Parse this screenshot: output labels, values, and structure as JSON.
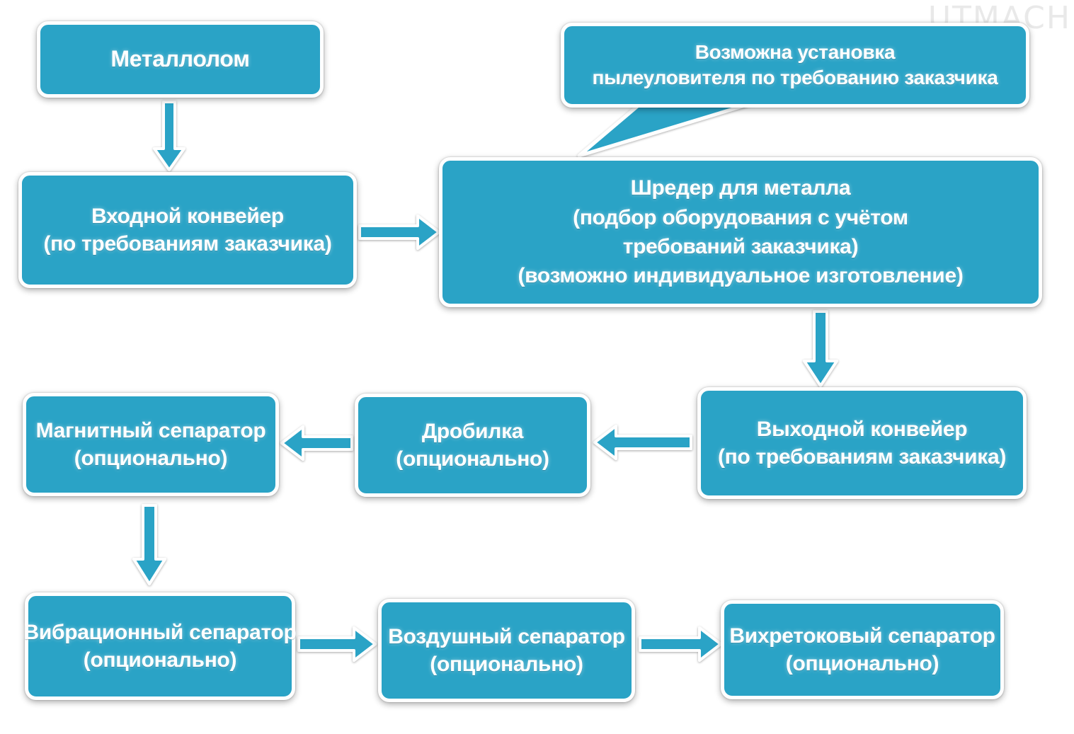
{
  "watermark": "UTMACH",
  "colors": {
    "box_fill": "#2aa3c6",
    "box_border": "#ffffff",
    "arrow_fill": "#2aa3c6"
  },
  "nodes": {
    "metallolom": [
      "Металлолом"
    ],
    "input_conveyor": [
      "Входной конвейер",
      "(по требованиям заказчика)"
    ],
    "dust_note": [
      "Возможна установка",
      "пылеуловителя по требованию заказчика"
    ],
    "shredder": [
      "Шредер для металла",
      "(подбор оборудования с учётом",
      "требований заказчика)",
      "(возможно индивидуальное изготовление)"
    ],
    "output_conveyor": [
      "Выходной конвейер",
      "(по требованиям заказчика)"
    ],
    "crusher": [
      "Дробилка",
      "(опционально)"
    ],
    "magnetic_separator": [
      "Магнитный сепаратор",
      "(опционально)"
    ],
    "vibration_separator": [
      "Вибрационный сепаратор",
      "(опционально)"
    ],
    "air_separator": [
      "Воздушный сепаратор",
      "(опционально)"
    ],
    "eddy_current_separator": [
      "Вихретоковый сепаратор",
      "(опционально)"
    ]
  }
}
